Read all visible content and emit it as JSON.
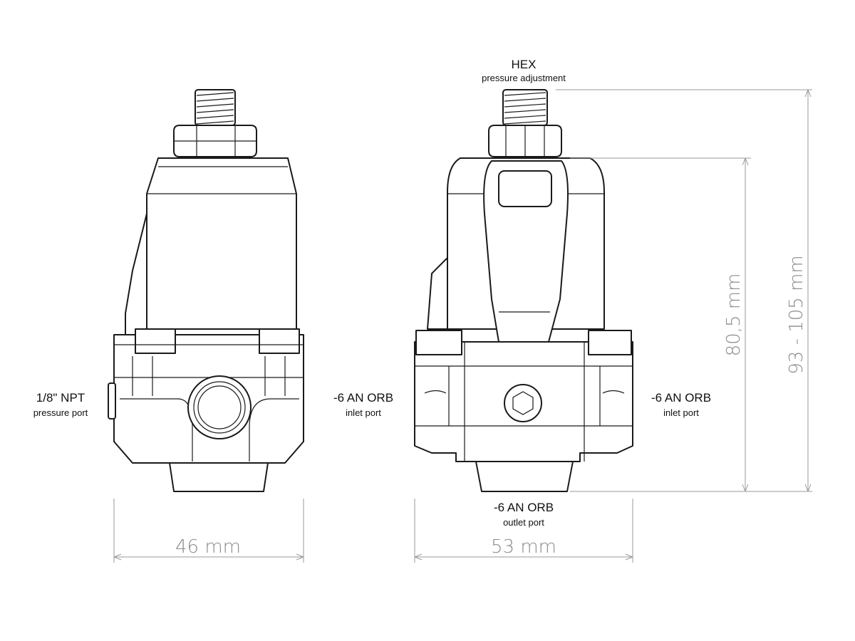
{
  "labels": {
    "hex": {
      "title": "HEX",
      "subtitle": "pressure adjustment"
    },
    "npt": {
      "title": "1/8\" NPT",
      "subtitle": "pressure port"
    },
    "inlet_left": {
      "title": "-6 AN ORB",
      "subtitle": "inlet port"
    },
    "inlet_right": {
      "title": "-6 AN ORB",
      "subtitle": "inlet port"
    },
    "outlet": {
      "title": "-6 AN ORB",
      "subtitle": "outlet port"
    }
  },
  "dimensions": {
    "side_width": "46 mm",
    "front_width": "53 mm",
    "body_height": "80,5 mm",
    "total_height": "93 - 105 mm"
  },
  "colors": {
    "line": "#1a1a1a",
    "dimension": "#9a9a9a",
    "dimension_text": "#8c8c8c"
  }
}
